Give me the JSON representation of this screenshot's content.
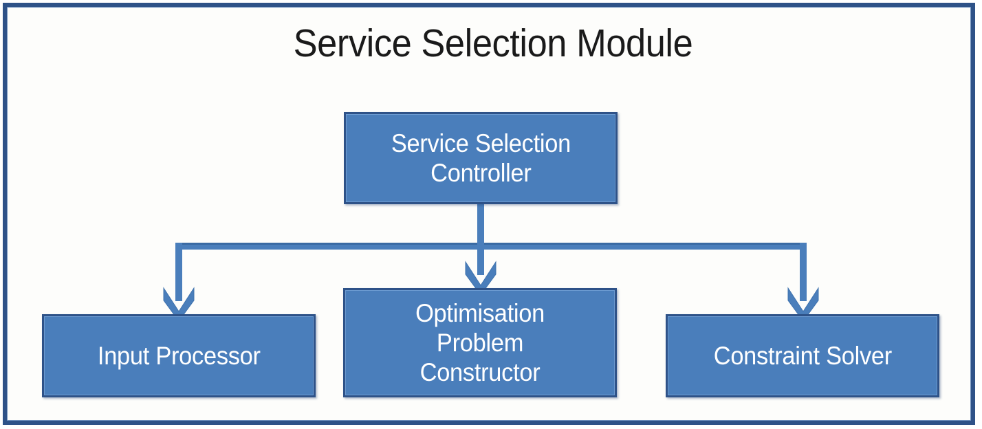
{
  "diagram": {
    "title": "Service Selection Module",
    "type": "block-diagram",
    "colors": {
      "frame_border": "#2E5288",
      "panel_background": "#FDFDFB",
      "node_fill": "#4A7EBB",
      "node_border": "#2E5288",
      "node_text": "#FFFFFF",
      "connector": "#4A7EBB",
      "title_text": "#1A1A1A"
    },
    "nodes": [
      {
        "id": "service-selection-controller",
        "label": "Service Selection\nController",
        "role": "controller"
      },
      {
        "id": "input-processor",
        "label": "Input Processor",
        "role": "component"
      },
      {
        "id": "optimisation-problem-constructor",
        "label": "Optimisation\nProblem\nConstructor",
        "role": "component"
      },
      {
        "id": "constraint-solver",
        "label": "Constraint Solver",
        "role": "component"
      }
    ],
    "connectors": [
      {
        "from": "service-selection-controller",
        "to": "input-processor",
        "style": "elbow-arrow"
      },
      {
        "from": "service-selection-controller",
        "to": "optimisation-problem-constructor",
        "style": "straight-arrow"
      },
      {
        "from": "service-selection-controller",
        "to": "constraint-solver",
        "style": "elbow-arrow"
      }
    ]
  }
}
